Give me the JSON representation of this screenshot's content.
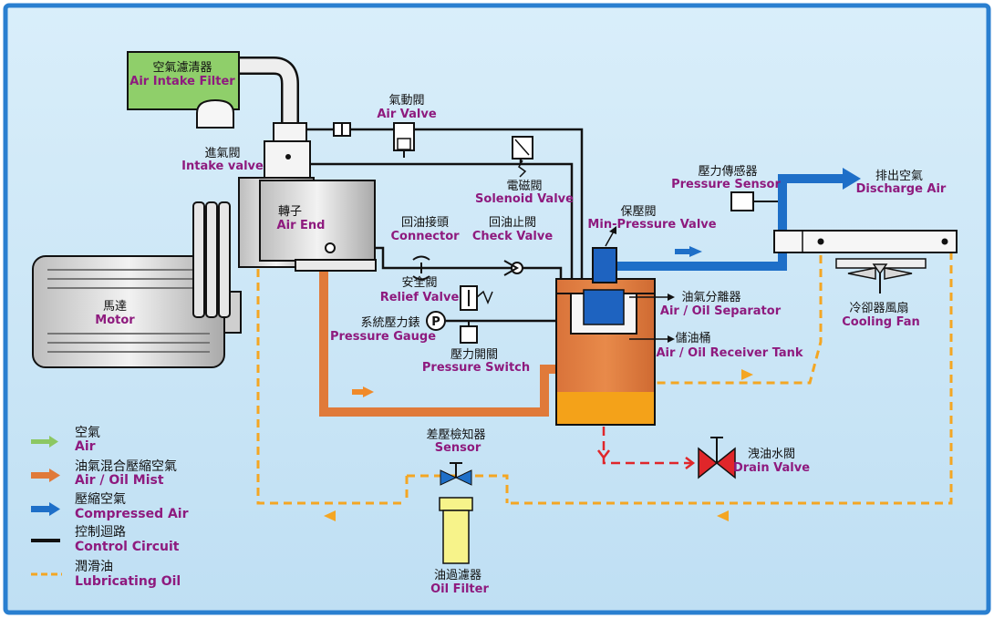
{
  "colors": {
    "background": "#cfe6f5",
    "border": "#2a7fd0",
    "air": "#8cc762",
    "air_oil_mist": "#e07a3a",
    "compressed_air": "#1e6fc8",
    "control_circuit": "#111111",
    "lubricating_oil": "#f4a623",
    "label_en": "#8e1a7e"
  },
  "components": {
    "air_intake_filter": {
      "zh": "空氣濾清器",
      "en": "Air Intake Filter"
    },
    "intake_valve": {
      "zh": "進氣閥",
      "en": "Intake valve"
    },
    "air_valve": {
      "zh": "氣動閥",
      "en": "Air Valve"
    },
    "solenoid_valve": {
      "zh": "電磁閥",
      "en": "Solenoid Valve"
    },
    "air_end": {
      "zh": "轉子",
      "en": "Air End"
    },
    "motor": {
      "zh": "馬達",
      "en": "Motor"
    },
    "connector": {
      "zh": "回油接頭",
      "en": "Connector"
    },
    "check_valve": {
      "zh": "回油止閥",
      "en": "Check Valve"
    },
    "relief_valve": {
      "zh": "安全閥",
      "en": "Relief Valve"
    },
    "pressure_gauge": {
      "zh": "系統壓力錶",
      "en": "Pressure Gauge",
      "symbol": "P"
    },
    "pressure_switch": {
      "zh": "壓力開關",
      "en": "Pressure Switch"
    },
    "min_pressure_valve": {
      "zh": "保壓閥",
      "en": "Min-Pressure Valve"
    },
    "pressure_sensor": {
      "zh": "壓力傳感器",
      "en": "Pressure Sensor"
    },
    "discharge_air": {
      "zh": "排出空氣",
      "en": "Discharge Air"
    },
    "air_oil_separator": {
      "zh": "油氣分離器",
      "en": "Air / Oil Separator"
    },
    "receiver_tank": {
      "zh": "儲油桶",
      "en": "Air / Oil Receiver Tank"
    },
    "cooling_fan": {
      "zh": "冷卻器風扇",
      "en": "Cooling Fan"
    },
    "drain_valve": {
      "zh": "洩油水閥",
      "en": "Drain Valve"
    },
    "sensor": {
      "zh": "差壓檢知器",
      "en": "Sensor"
    },
    "oil_filter": {
      "zh": "油過濾器",
      "en": "Oil Filter"
    }
  },
  "legend": [
    {
      "zh": "空氣",
      "en": "Air",
      "style": "air"
    },
    {
      "zh": "油氣混合壓縮空氣",
      "en": "Air / Oil Mist",
      "style": "air_oil_mist"
    },
    {
      "zh": "壓縮空氣",
      "en": "Compressed Air",
      "style": "compressed_air"
    },
    {
      "zh": "控制迴路",
      "en": "Control Circuit",
      "style": "control_circuit"
    },
    {
      "zh": "潤滑油",
      "en": "Lubricating Oil",
      "style": "lubricating_oil"
    }
  ]
}
